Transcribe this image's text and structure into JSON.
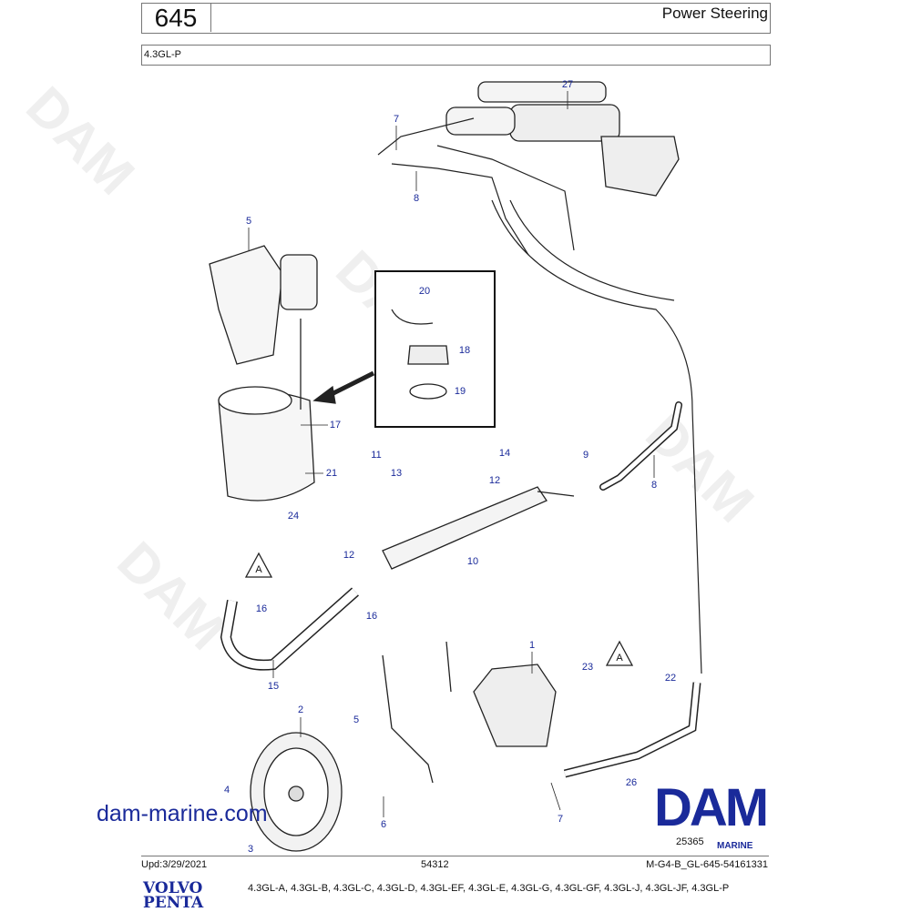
{
  "header": {
    "section_number": "645",
    "title": "Power Steering",
    "model": "4.3GL-P"
  },
  "callouts": [
    "27",
    "7",
    "8",
    "5",
    "20",
    "18",
    "19",
    "17",
    "21",
    "11",
    "13",
    "14",
    "12",
    "9",
    "8",
    "24",
    "12",
    "10",
    "16",
    "16",
    "15",
    "1",
    "23",
    "22",
    "2",
    "5",
    "4",
    "6",
    "7",
    "26",
    "3"
  ],
  "reference_marks": [
    "A",
    "A"
  ],
  "website": "dam-marine.com",
  "logo": {
    "text": "DAM",
    "subtext": "MARINE",
    "color": "#1a2a9a"
  },
  "image_number": "25365",
  "footer": {
    "updated": "Upd:3/29/2021",
    "code": "54312",
    "doc_id": "M-G4-B_GL-645-54161331",
    "brand_line1": "VOLVO",
    "brand_line2": "PENTA",
    "models": "4.3GL-A, 4.3GL-B, 4.3GL-C, 4.3GL-D, 4.3GL-EF, 4.3GL-E, 4.3GL-G, 4.3GL-GF, 4.3GL-J, 4.3GL-JF, 4.3GL-P"
  }
}
